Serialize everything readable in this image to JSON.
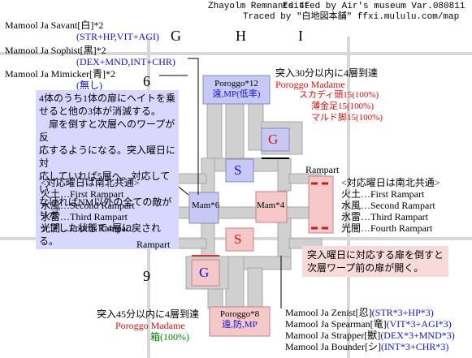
{
  "header": {
    "title": "Zhayolm Remnants 4F",
    "edited": "Editted by Air's museum Var.080811",
    "traced": "Traced by \"白地図本舗\" ffxi.mululu.com/map"
  },
  "grid": {
    "columns": [
      "G",
      "H",
      "I"
    ],
    "rows": [
      "6",
      "9"
    ]
  },
  "mobs_top": [
    {
      "name": "Mamool Ja Savant[白]*2",
      "stats": "(STR+HP,VIT+AGI)"
    },
    {
      "name": "Mamool Ja Sophist[黒]*2",
      "stats": "(DEX+MND,INT+CHR)"
    },
    {
      "name": "Mamool Ja Mimicker[青]*2",
      "stats": "(無し)"
    }
  ],
  "note_blue": [
    "4体のうち1体の扉にヘイトを乗",
    "せると他の3体が消滅する。",
    "　扉を倒すと次層へのワープが反",
    "応するようになる。突入曜日に対",
    "応していれば5層へ。対応してい",
    "なければNM以外の全ての敵がリポ",
    "ップした状態で4層に戻される。"
  ],
  "left_legend": {
    "title": "<対応曜日は南北共通>",
    "items": [
      "火土…First Rampart",
      "水風…Second Rampart",
      "氷雷…Third Rampart",
      "光闇…Fourth Rampart"
    ]
  },
  "right_legend": {
    "title": "<対応曜日は南北共通>",
    "items": [
      "火土…First Rampart",
      "水風…Second Rampart",
      "氷雷…Third Rampart",
      "光闇…Fourth Rampart"
    ]
  },
  "top_right": {
    "arrival": "突入30分以内に4層到達",
    "npc": "Poroggo Madame",
    "drops": [
      "スカディ頭15(100%)",
      "薄金足15(100%)",
      "マルド脚15(100%)"
    ]
  },
  "bottom_left": {
    "arrival": "突入45分以内に4層到達",
    "npc": "Poroggo Madame",
    "drop": "箱(100%)"
  },
  "note_pink": [
    "突入曜日に対応する扉を倒すと",
    "次層ワープ前の扉が開く。"
  ],
  "mobs_bottom": [
    {
      "name": "Mamool Ja Zenist[忍]",
      "stats": "(STR*3+HP*3)"
    },
    {
      "name": "Mamool Ja Spearman[竜]",
      "stats": "(VIT*3+AGI*3)"
    },
    {
      "name": "Mamool Ja Strapper[獣]",
      "stats": "(DEX*3+MND*3)"
    },
    {
      "name": "Mamool Ja Bounder[シ]",
      "stats": "(INT*3+CHR*3)"
    }
  ],
  "rooms": {
    "top": {
      "title": "Poroggo*12",
      "sub": "遠,MP(低率)"
    },
    "bottom": {
      "title": "Poroggo*8",
      "sub": "遠,防,MP"
    },
    "g_top": "G",
    "g_bottom": "G",
    "s_top": "S",
    "s_bottom": "S",
    "mam_left": "Mam*6",
    "mam_right": "Mam*4",
    "rampart_right": "Rampart",
    "rampart_left": "Rampart"
  },
  "colors": {
    "blue_room": "#c8c8f4",
    "pink_room": "#f4c8c8",
    "corridor": "#d0d0d0",
    "stat_blue": "#1010e0",
    "npc_red": "#e01010",
    "drop_green": "#008000"
  }
}
